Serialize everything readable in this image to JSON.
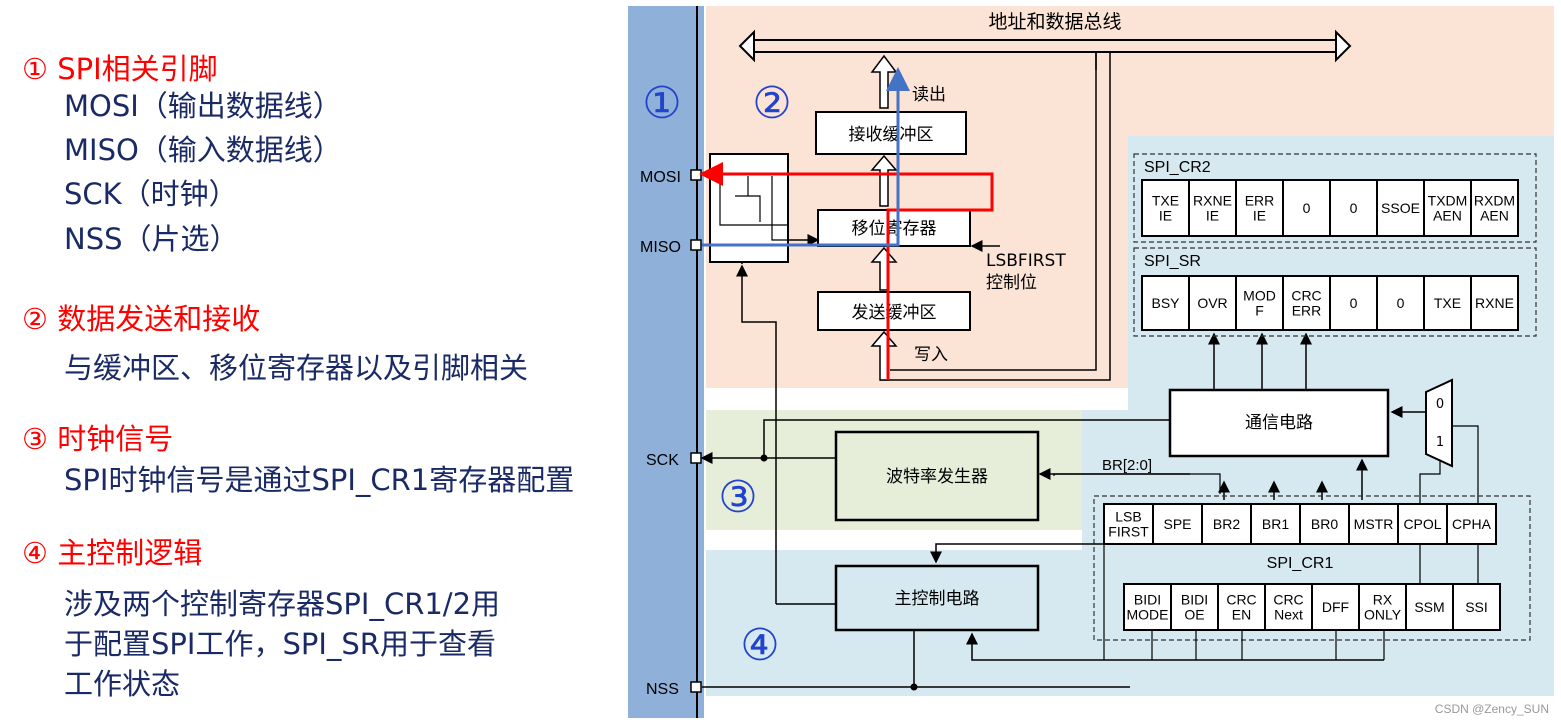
{
  "left_notes": {
    "s1": {
      "title": "① SPI相关引脚",
      "lines": [
        "MOSI（输出数据线）",
        "MISO（输入数据线）",
        "SCK（时钟）",
        "NSS（片选）"
      ]
    },
    "s2": {
      "title": "② 数据发送和接收",
      "lines": [
        "与缓冲区、移位寄存器以及引脚相关"
      ]
    },
    "s3": {
      "title": "③ 时钟信号",
      "lines": [
        "SPI时钟信号是通过SPI_CR1寄存器配置"
      ]
    },
    "s4": {
      "title": "④ 主控制逻辑",
      "lines": [
        "涉及两个控制寄存器SPI_CR1/2用",
        "于配置SPI工作，SPI_SR用于查看",
        "工作状态"
      ]
    }
  },
  "diagram": {
    "bus_label": "地址和数据总线",
    "region_marks": [
      "①",
      "②",
      "③",
      "④"
    ],
    "pins": {
      "mosi": "MOSI",
      "miso": "MISO",
      "sck": "SCK",
      "nss": "NSS"
    },
    "blocks": {
      "rx_buffer": "接收缓冲区",
      "shift_reg": "移位寄存器",
      "tx_buffer": "发送缓冲区",
      "baud_gen": "波特率发生器",
      "comm_circuit": "通信电路",
      "main_ctrl": "主控制电路"
    },
    "labels": {
      "read": "读出",
      "write": "写入",
      "lsbfirst1": "LSBFIRST",
      "lsbfirst2": "控制位",
      "br": "BR[2:0]",
      "mux0": "0",
      "mux1": "1"
    },
    "spi_cr2": {
      "name": "SPI_CR2",
      "bits": [
        [
          "TXE",
          "IE"
        ],
        [
          "RXNE",
          "IE"
        ],
        [
          "ERR",
          "IE"
        ],
        [
          "0"
        ],
        [
          "0"
        ],
        [
          "SSOE"
        ],
        [
          "TXDM",
          "AEN"
        ],
        [
          "RXDM",
          "AEN"
        ]
      ]
    },
    "spi_sr": {
      "name": "SPI_SR",
      "bits": [
        [
          "BSY"
        ],
        [
          "OVR"
        ],
        [
          "MOD",
          "F"
        ],
        [
          "CRC",
          "ERR"
        ],
        [
          "0"
        ],
        [
          "0"
        ],
        [
          "TXE"
        ],
        [
          "RXNE"
        ]
      ]
    },
    "spi_cr1": {
      "name": "SPI_CR1",
      "row1": [
        [
          "LSB",
          "FIRST"
        ],
        [
          "SPE"
        ],
        [
          "BR2"
        ],
        [
          "BR1"
        ],
        [
          "BR0"
        ],
        [
          "MSTR"
        ],
        [
          "CPOL"
        ],
        [
          "CPHA"
        ]
      ],
      "row2": [
        [
          "BIDI",
          "MODE"
        ],
        [
          "BIDI",
          "OE"
        ],
        [
          "CRC",
          "EN"
        ],
        [
          "CRC",
          "Next"
        ],
        [
          "DFF"
        ],
        [
          "RX",
          "ONLY"
        ],
        [
          "SSM"
        ],
        [
          "SSI"
        ]
      ]
    }
  },
  "watermark": "CSDN @Zency_SUN",
  "colors": {
    "red": "#ff0000",
    "navy": "#1a2a66",
    "pin_bar": "#8fb0d8",
    "peach": "#fbe3d6",
    "green": "#e6eed9",
    "lightblue": "#d6e9f0",
    "arrow_blue": "#4472c4"
  }
}
